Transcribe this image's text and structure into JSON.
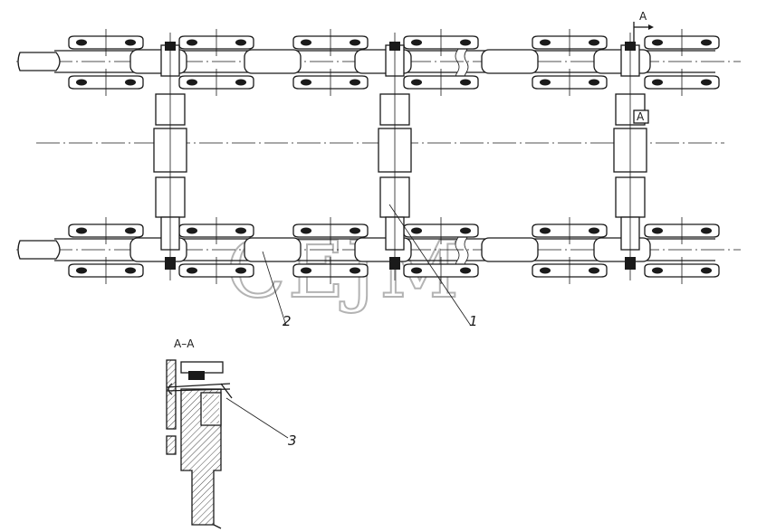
{
  "section_marks": {
    "top": "A",
    "side": "A"
  },
  "section_title": "A–A",
  "callouts": [
    {
      "id": "1",
      "text": "1"
    },
    {
      "id": "2",
      "text": "2"
    },
    {
      "id": "3",
      "text": "3"
    }
  ],
  "watermark": "CEJM"
}
